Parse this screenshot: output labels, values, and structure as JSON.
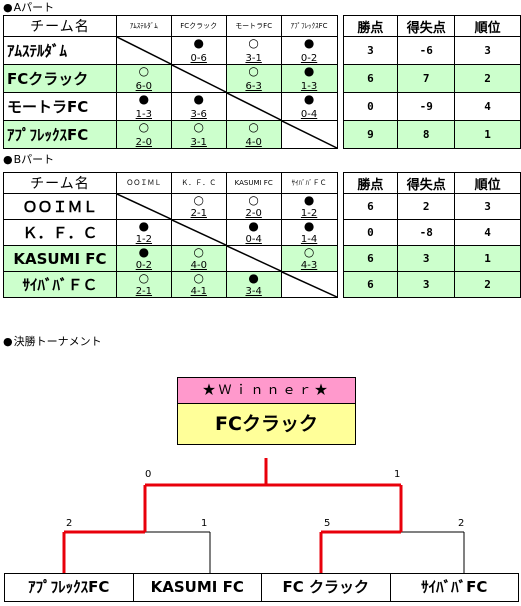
{
  "sections": {
    "a_title": "Aパート",
    "b_title": "Bパート",
    "final_title": "決勝トーナメント"
  },
  "league_a": {
    "headers": {
      "team": "チーム名",
      "cols": [
        "ｱﾑｽﾃﾙﾀﾞﾑ",
        "FCクラック",
        "モートラFC",
        "ｱﾌﾟﾌﾚｯｸｽFC"
      ],
      "pts": "勝点",
      "diff": "得失点",
      "rank": "順位"
    },
    "rows": [
      {
        "team": "ｱﾑｽﾃﾙﾀﾞﾑ",
        "green": false,
        "cells": [
          null,
          {
            "mk": "●",
            "sc": "0-6"
          },
          {
            "mk": "○",
            "sc": "3-1"
          },
          {
            "mk": "●",
            "sc": "0-2"
          }
        ],
        "pts": "3",
        "diff": "-6",
        "rank": "3"
      },
      {
        "team": "FCクラック",
        "green": true,
        "cells": [
          {
            "mk": "○",
            "sc": "6-0"
          },
          null,
          {
            "mk": "○",
            "sc": "6-3"
          },
          {
            "mk": "●",
            "sc": "1-3"
          }
        ],
        "pts": "6",
        "diff": "7",
        "rank": "2"
      },
      {
        "team": "モートラFC",
        "green": false,
        "cells": [
          {
            "mk": "●",
            "sc": "1-3"
          },
          {
            "mk": "●",
            "sc": "3-6"
          },
          null,
          {
            "mk": "●",
            "sc": "0-4"
          }
        ],
        "pts": "0",
        "diff": "-9",
        "rank": "4"
      },
      {
        "team": "ｱﾌﾟﾌﾚｯｸｽFC",
        "green": true,
        "cells": [
          {
            "mk": "○",
            "sc": "2-0"
          },
          {
            "mk": "○",
            "sc": "3-1"
          },
          {
            "mk": "○",
            "sc": "4-0"
          },
          null
        ],
        "pts": "9",
        "diff": "8",
        "rank": "1"
      }
    ]
  },
  "league_b": {
    "headers": {
      "team": "チーム名",
      "cols": [
        "ＯＯＩＭＬ",
        "Ｋ．Ｆ．Ｃ",
        "KASUMI FC",
        "ｻｲﾊﾞﾊﾞＦＣ"
      ],
      "pts": "勝点",
      "diff": "得失点",
      "rank": "順位"
    },
    "rows": [
      {
        "team": "ＯＯＩＭＬ",
        "green": false,
        "cells": [
          null,
          {
            "mk": "○",
            "sc": "2-1"
          },
          {
            "mk": "○",
            "sc": "2-0"
          },
          {
            "mk": "●",
            "sc": "1-2"
          }
        ],
        "pts": "6",
        "diff": "2",
        "rank": "3"
      },
      {
        "team": "Ｋ．Ｆ．Ｃ",
        "green": false,
        "cells": [
          {
            "mk": "●",
            "sc": "1-2"
          },
          null,
          {
            "mk": "●",
            "sc": "0-4"
          },
          {
            "mk": "●",
            "sc": "1-4"
          }
        ],
        "pts": "0",
        "diff": "-8",
        "rank": "4"
      },
      {
        "team": "KASUMI FC",
        "green": true,
        "cells": [
          {
            "mk": "●",
            "sc": "0-2"
          },
          {
            "mk": "○",
            "sc": "4-0"
          },
          null,
          {
            "mk": "○",
            "sc": "4-3"
          }
        ],
        "pts": "6",
        "diff": "3",
        "rank": "1"
      },
      {
        "team": "ｻｲﾊﾞﾊﾞＦＣ",
        "green": true,
        "cells": [
          {
            "mk": "○",
            "sc": "2-1"
          },
          {
            "mk": "○",
            "sc": "4-1"
          },
          {
            "mk": "●",
            "sc": "3-4"
          },
          null
        ],
        "pts": "6",
        "diff": "3",
        "rank": "2"
      }
    ]
  },
  "tournament": {
    "winner_label": "★Ｗｉｎｎｅｒ★",
    "winner": "FCクラック",
    "scores": {
      "final_left": "0",
      "final_right": "1",
      "semi1_left": "2",
      "semi1_right": "1",
      "semi2_left": "5",
      "semi2_right": "2"
    },
    "teams": [
      "ｱﾌﾟﾌﾚｯｸｽFC",
      "KASUMI FC",
      "FC クラック",
      "ｻｲﾊﾞﾊﾞFC"
    ],
    "colors": {
      "winner_path": "#e8000b",
      "winner_label_bg": "#ff99cc",
      "winner_box_bg": "#ffff99",
      "qualified_row_bg": "#ccffcc"
    }
  }
}
